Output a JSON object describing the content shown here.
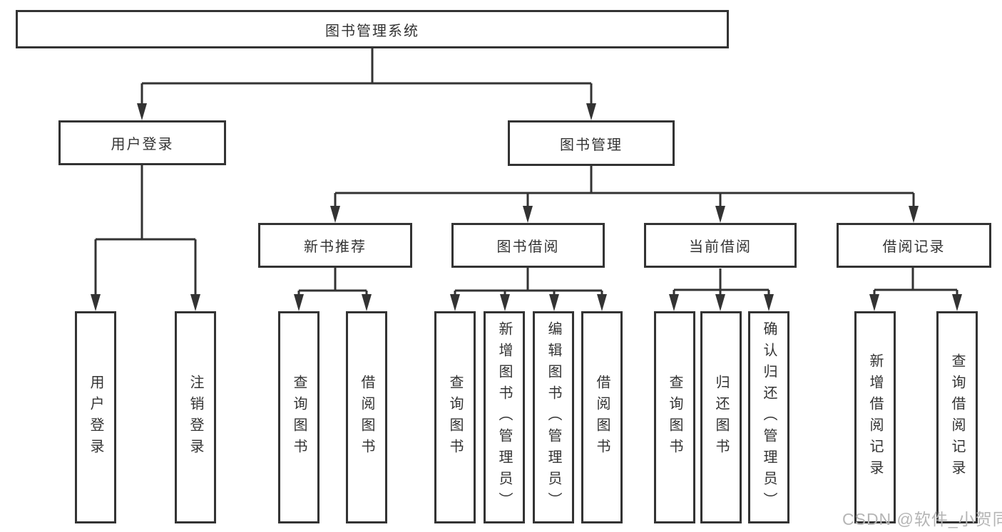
{
  "colors": {
    "background": "#ffffff",
    "box_border": "#333333",
    "line": "#333333",
    "text": "#333333",
    "watermark": "#b5b5b5"
  },
  "nodes": {
    "root": "图书管理系统",
    "user_login": "用户登录",
    "book_mgmt": "图书管理",
    "new_book_rec": "新书推荐",
    "book_borrow": "图书借阅",
    "current_borrow": "当前借阅",
    "borrow_record": "借阅记录",
    "leaf_user_login": "用户登录",
    "leaf_logout": "注销登录",
    "leaf_query_book_rec": "查询图书",
    "leaf_borrow_book_rec": "借阅图书",
    "leaf_query_book_borrow": "查询图书",
    "leaf_add_book_admin": "新增图书（管理员）",
    "leaf_edit_book_admin": "编辑图书（管理员）",
    "leaf_borrow_book_borrow": "借阅图书",
    "leaf_query_book_current": "查询图书",
    "leaf_return_book": "归还图书",
    "leaf_confirm_return_admin": "确认归还（管理员）",
    "leaf_add_borrow_record": "新增借阅记录",
    "leaf_query_borrow_record": "查询借阅记录"
  },
  "watermark": "CSDN @软件_小贺同学"
}
